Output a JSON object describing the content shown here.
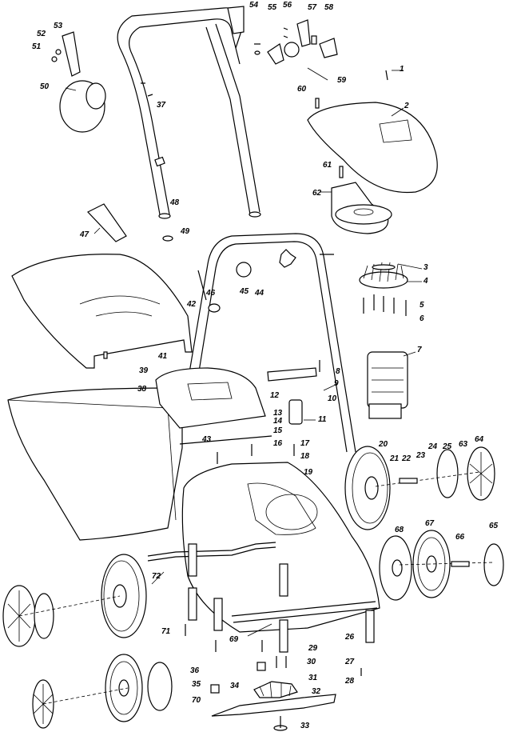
{
  "callouts": [
    "1",
    "2",
    "3",
    "4",
    "5",
    "6",
    "7",
    "8",
    "9",
    "10",
    "11",
    "12",
    "13",
    "14",
    "15",
    "16",
    "17",
    "18",
    "19",
    "20",
    "21",
    "22",
    "23",
    "24",
    "25",
    "26",
    "27",
    "28",
    "29",
    "30",
    "31",
    "32",
    "33",
    "34",
    "35",
    "36",
    "37",
    "38",
    "39",
    "41",
    "42",
    "43",
    "44",
    "45",
    "46",
    "47",
    "48",
    "49",
    "50",
    "51",
    "52",
    "53",
    "54",
    "55",
    "56",
    "57",
    "58",
    "59",
    "60",
    "61",
    "62",
    "63",
    "64",
    "65",
    "66",
    "67",
    "68",
    "69",
    "70",
    "71",
    "72"
  ]
}
